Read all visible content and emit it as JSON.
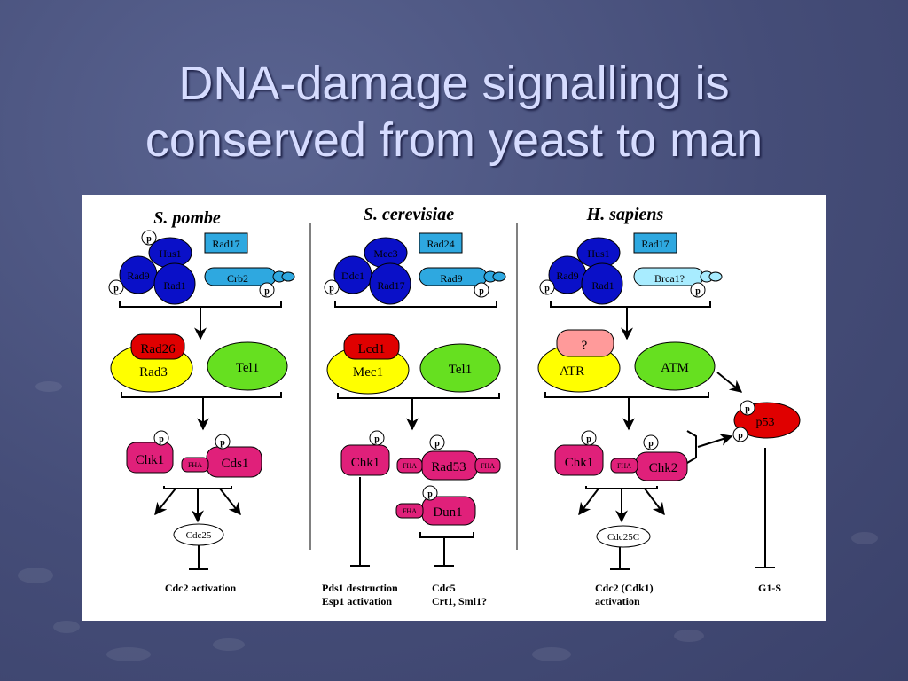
{
  "slide": {
    "title_line1": "DNA-damage signalling is",
    "title_line2": "conserved  from yeast to man"
  },
  "columns": {
    "pombe": {
      "organism": "S. pombe",
      "clamp": [
        "Hus1",
        "Rad9",
        "Rad1"
      ],
      "clamp_loader": "Rad17",
      "mediator": "Crb2",
      "kinase_partner": "Rad26",
      "kinase_main": "Rad3",
      "kinase_alt": "Tel1",
      "effectors": [
        "Chk1",
        "Cds1"
      ],
      "phosphatase": "Cdc25",
      "outcome": "Cdc2 activation"
    },
    "cerevisiae": {
      "organism": "S. cerevisiae",
      "clamp": [
        "Mec3",
        "Ddc1",
        "Rad17"
      ],
      "clamp_loader": "Rad24",
      "mediator": "Rad9",
      "kinase_partner": "Lcd1",
      "kinase_main": "Mec1",
      "kinase_alt": "Tel1",
      "effectors": [
        "Chk1",
        "Rad53",
        "Dun1"
      ],
      "outcome_left_1": "Pds1 destruction",
      "outcome_left_2": "Esp1 activation",
      "outcome_right_1": "Cdc5",
      "outcome_right_2": "Crt1, Sml1?"
    },
    "sapiens": {
      "organism": "H. sapiens",
      "clamp": [
        "Hus1",
        "Rad9",
        "Rad1"
      ],
      "clamp_loader": "Rad17",
      "mediator": "Brca1?",
      "kinase_partner": "?",
      "kinase_main": "ATR",
      "kinase_alt": "ATM",
      "effectors": [
        "Chk1",
        "Chk2"
      ],
      "target": "p53",
      "phosphatase": "Cdc25C",
      "outcome_1": "Cdc2 (Cdk1)",
      "outcome_2": "activation",
      "outcome_g1": "G1-S"
    }
  },
  "labels": {
    "phospho": "p",
    "fha": "FHA"
  },
  "colors": {
    "clamp_blue": "#0a10c8",
    "loader_cyan": "#2ea8e0",
    "brca_cyan": "#a8ecff",
    "partner_red": "#e00000",
    "partner_pink": "#ff9a9a",
    "kinase_yellow": "#ffff00",
    "kinase_green": "#66e020",
    "effector_magenta": "#e0207a"
  }
}
